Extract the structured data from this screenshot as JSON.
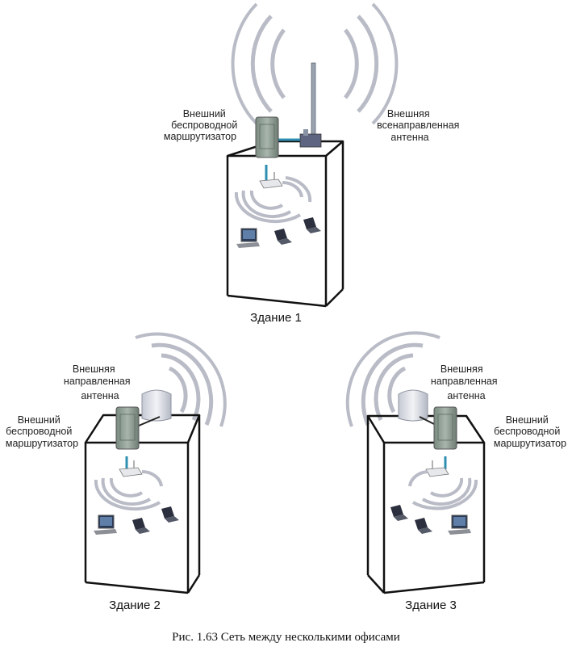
{
  "buildings": [
    {
      "label": "Здание 1",
      "router_label": [
        "Внешний",
        "беспроводной",
        "маршрутизатор"
      ],
      "antenna_label": [
        "Внешняя",
        "всенаправленная",
        "антенна"
      ]
    },
    {
      "label": "Здание 2",
      "antenna_label": [
        "Внешняя",
        "направленная",
        "антенна"
      ],
      "router_label": [
        "Внешний",
        "беспроводной",
        "маршрутизатор"
      ]
    },
    {
      "label": "Здание 3",
      "antenna_label": [
        "Внешняя",
        "направленная",
        "антенна"
      ],
      "router_label": [
        "Внешний",
        "беспроводной",
        "маршрутизатор"
      ]
    }
  ],
  "caption": "Рис. 1.63 Сеть между несколькими офисами",
  "colors": {
    "outline": "#111111",
    "wave": "#b9bcc6",
    "router": "#8e9c94",
    "cable": "#2e8fb0"
  }
}
